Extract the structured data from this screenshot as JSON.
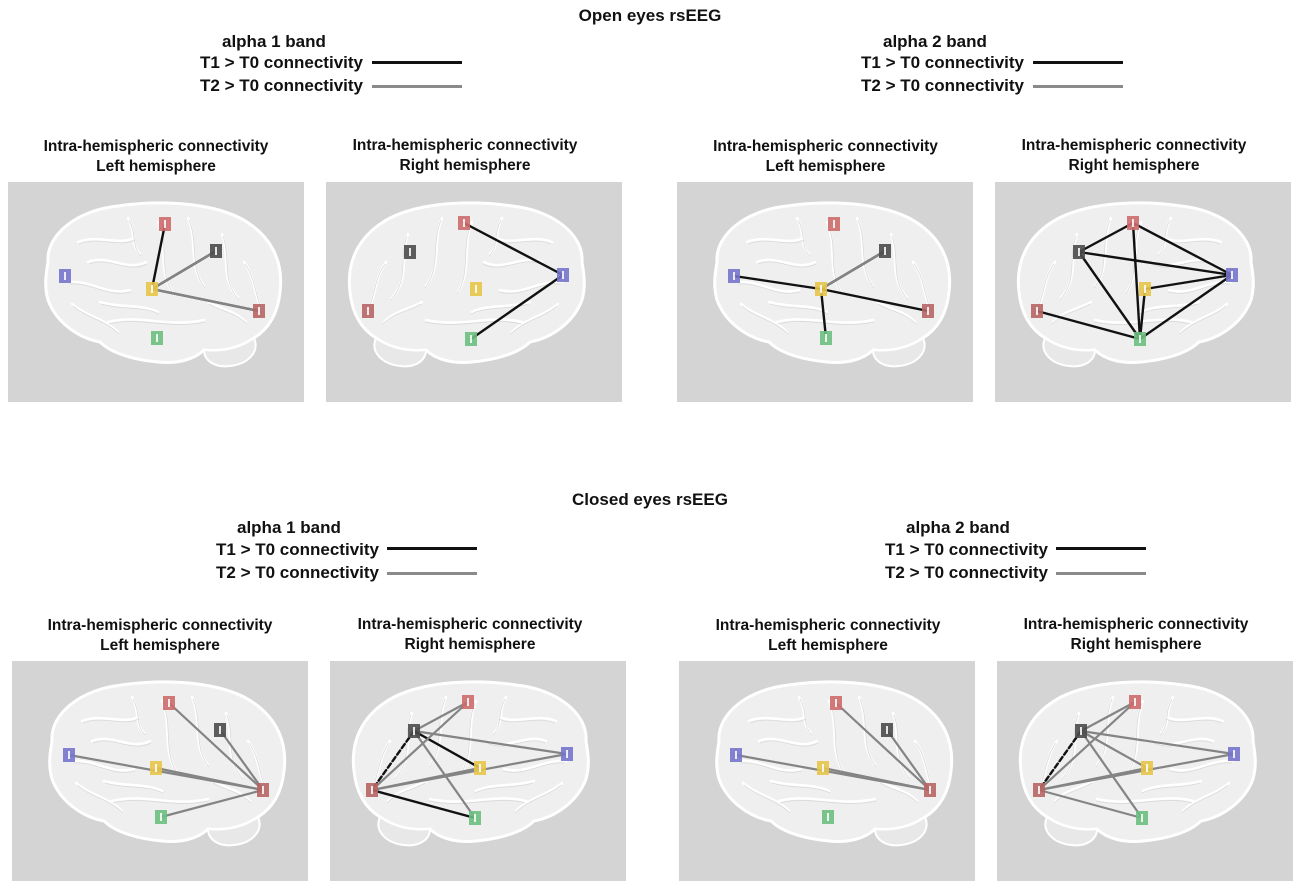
{
  "sections": [
    {
      "title": "Open eyes rsEEG",
      "bands": [
        {
          "band": "alpha 1 band",
          "legend": [
            {
              "label": "T1 > T0 connectivity",
              "color": "#111111"
            },
            {
              "label": "T2 > T0 connectivity",
              "color": "#8a8a8a"
            }
          ],
          "panels": [
            {
              "title1": "Intra-hemispheric connectivity",
              "title2": "Left hemisphere",
              "hemisphere": "left",
              "edges": [
                {
                  "from": "yellow",
                  "to": "red",
                  "type": "T1"
                },
                {
                  "from": "yellow",
                  "to": "dark",
                  "type": "T1"
                },
                {
                  "from": "yellow",
                  "to": "dark",
                  "type": "T2"
                },
                {
                  "from": "yellow",
                  "to": "lowred",
                  "type": "T1"
                },
                {
                  "from": "yellow",
                  "to": "lowred",
                  "type": "T2"
                }
              ]
            },
            {
              "title1": "Intra-hemispheric connectivity",
              "title2": "Right hemisphere",
              "hemisphere": "right",
              "edges": [
                {
                  "from": "red",
                  "to": "blue",
                  "type": "T1"
                },
                {
                  "from": "blue",
                  "to": "green",
                  "type": "T1"
                }
              ]
            }
          ]
        },
        {
          "band": "alpha 2 band",
          "legend": [
            {
              "label": "T1 > T0 connectivity",
              "color": "#111111"
            },
            {
              "label": "T2 > T0 connectivity",
              "color": "#8a8a8a"
            }
          ],
          "panels": [
            {
              "title1": "Intra-hemispheric connectivity",
              "title2": "Left hemisphere",
              "hemisphere": "left",
              "edges": [
                {
                  "from": "yellow",
                  "to": "blue",
                  "type": "T1"
                },
                {
                  "from": "yellow",
                  "to": "dark",
                  "type": "T1"
                },
                {
                  "from": "yellow",
                  "to": "dark",
                  "type": "T2"
                },
                {
                  "from": "yellow",
                  "to": "lowred",
                  "type": "T1"
                },
                {
                  "from": "yellow",
                  "to": "green",
                  "type": "T1"
                }
              ]
            },
            {
              "title1": "Intra-hemispheric connectivity",
              "title2": "Right hemisphere",
              "hemisphere": "right",
              "edges": [
                {
                  "from": "dark",
                  "to": "red",
                  "type": "T1"
                },
                {
                  "from": "dark",
                  "to": "blue",
                  "type": "T1"
                },
                {
                  "from": "dark",
                  "to": "green",
                  "type": "T1"
                },
                {
                  "from": "red",
                  "to": "blue",
                  "type": "T1"
                },
                {
                  "from": "red",
                  "to": "green",
                  "type": "T1"
                },
                {
                  "from": "yellow",
                  "to": "blue",
                  "type": "T1"
                },
                {
                  "from": "yellow",
                  "to": "green",
                  "type": "T1"
                },
                {
                  "from": "lowred",
                  "to": "green",
                  "type": "T1"
                },
                {
                  "from": "green",
                  "to": "blue",
                  "type": "T1"
                }
              ]
            }
          ]
        }
      ]
    },
    {
      "title": "Closed eyes rsEEG",
      "bands": [
        {
          "band": "alpha 1 band",
          "legend": [
            {
              "label": "T1 > T0 connectivity",
              "color": "#111111"
            },
            {
              "label": "T2 > T0 connectivity",
              "color": "#8a8a8a"
            }
          ],
          "panels": [
            {
              "title1": "Intra-hemispheric connectivity",
              "title2": "Left hemisphere",
              "hemisphere": "left",
              "edges": [
                {
                  "from": "blue",
                  "to": "lowred",
                  "type": "T2"
                },
                {
                  "from": "red",
                  "to": "lowred",
                  "type": "T2"
                },
                {
                  "from": "dark",
                  "to": "lowred",
                  "type": "T2"
                },
                {
                  "from": "yellow",
                  "to": "lowred",
                  "type": "T2"
                },
                {
                  "from": "green",
                  "to": "lowred",
                  "type": "T2"
                }
              ]
            },
            {
              "title1": "Intra-hemispheric connectivity",
              "title2": "Right hemisphere",
              "hemisphere": "right",
              "edges": [
                {
                  "from": "dark",
                  "to": "red",
                  "type": "T2"
                },
                {
                  "from": "dark",
                  "to": "blue",
                  "type": "T2"
                },
                {
                  "from": "dark",
                  "to": "green",
                  "type": "T2"
                },
                {
                  "from": "dark",
                  "to": "yellow",
                  "type": "T1"
                },
                {
                  "from": "dark",
                  "to": "lowred",
                  "type": "dashed"
                },
                {
                  "from": "lowred",
                  "to": "red",
                  "type": "T2"
                },
                {
                  "from": "lowred",
                  "to": "blue",
                  "type": "T2"
                },
                {
                  "from": "lowred",
                  "to": "yellow",
                  "type": "T2"
                },
                {
                  "from": "lowred",
                  "to": "green",
                  "type": "T1"
                }
              ]
            }
          ]
        },
        {
          "band": "alpha 2 band",
          "legend": [
            {
              "label": "T1 > T0 connectivity",
              "color": "#111111"
            },
            {
              "label": "T2 > T0 connectivity",
              "color": "#8a8a8a"
            }
          ],
          "panels": [
            {
              "title1": "Intra-hemispheric connectivity",
              "title2": "Left hemisphere",
              "hemisphere": "left",
              "edges": [
                {
                  "from": "blue",
                  "to": "lowred",
                  "type": "T2"
                },
                {
                  "from": "red",
                  "to": "lowred",
                  "type": "T2"
                },
                {
                  "from": "dark",
                  "to": "lowred",
                  "type": "T2"
                },
                {
                  "from": "yellow",
                  "to": "lowred",
                  "type": "T2"
                }
              ]
            },
            {
              "title1": "Intra-hemispheric connectivity",
              "title2": "Right hemisphere",
              "hemisphere": "right",
              "edges": [
                {
                  "from": "dark",
                  "to": "red",
                  "type": "T2"
                },
                {
                  "from": "dark",
                  "to": "blue",
                  "type": "T2"
                },
                {
                  "from": "dark",
                  "to": "green",
                  "type": "T2"
                },
                {
                  "from": "dark",
                  "to": "yellow",
                  "type": "T2"
                },
                {
                  "from": "dark",
                  "to": "lowred",
                  "type": "dashed"
                },
                {
                  "from": "lowred",
                  "to": "red",
                  "type": "T2"
                },
                {
                  "from": "lowred",
                  "to": "blue",
                  "type": "T2"
                },
                {
                  "from": "lowred",
                  "to": "yellow",
                  "type": "T2"
                },
                {
                  "from": "lowred",
                  "to": "green",
                  "type": "T2"
                }
              ]
            }
          ]
        }
      ]
    }
  ],
  "node_colors": {
    "red": "#cd6b6b",
    "lowred": "#b86565",
    "dark": "#4b4b4b",
    "blue": "#7474cc",
    "yellow": "#e7c54a",
    "green": "#6cbf7f"
  },
  "edge_colors": {
    "T1": "#111111",
    "T2": "#848484",
    "dashed": "#111111"
  }
}
